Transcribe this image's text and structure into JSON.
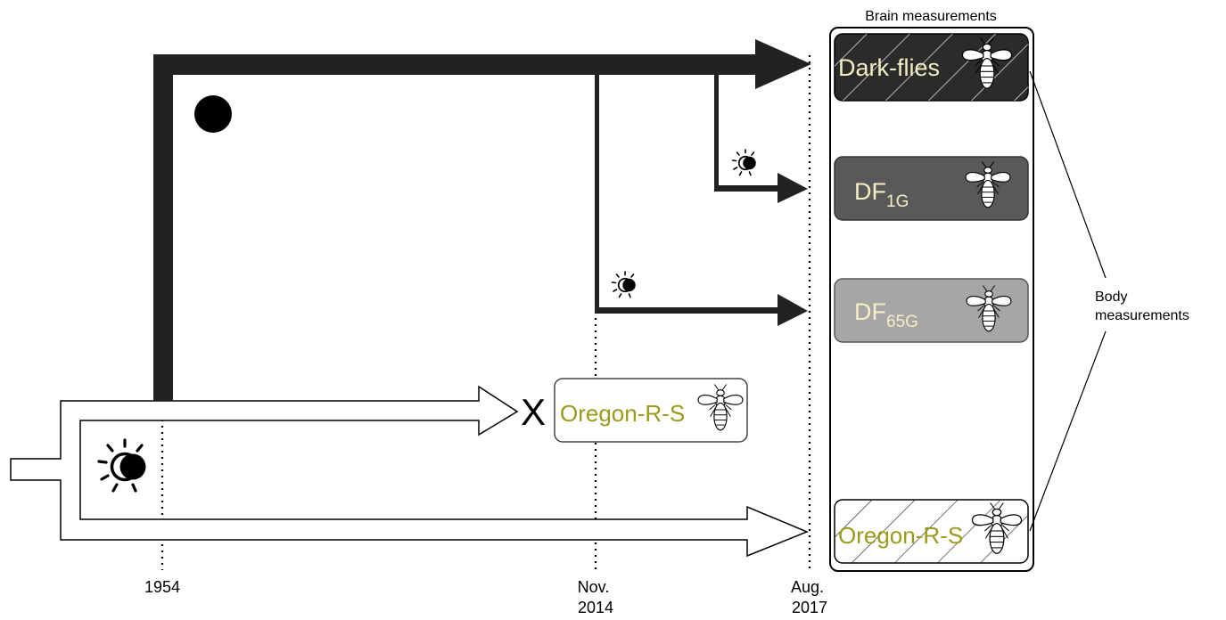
{
  "panel_title": "Brain measurements",
  "side_label": [
    "Body",
    "measurements"
  ],
  "timeline": {
    "t1954": "1954",
    "nov2014": [
      "Nov.",
      "2014"
    ],
    "aug2017": [
      "Aug.",
      "2017"
    ]
  },
  "extinct_mark": "X",
  "extinct_stock_label": "Oregon-R-S",
  "strains": {
    "dark_flies": "Dark-flies",
    "df1g_main": "DF",
    "df1g_sub": "1G",
    "df65g_main": "DF",
    "df65g_sub": "65G",
    "oregon": "Oregon-R-S"
  },
  "colors": {
    "dark_arrow": "#222222",
    "dark_flies_box": "#2b2b2b",
    "df1g_box": "#595959",
    "df65g_box": "#a6a6a6",
    "label_cream": "#f3efc4",
    "label_olive": "#9a9a1c"
  },
  "icons": [
    "sun-moon-icon",
    "moon-icon",
    "fly-icon",
    "cross-icon"
  ]
}
